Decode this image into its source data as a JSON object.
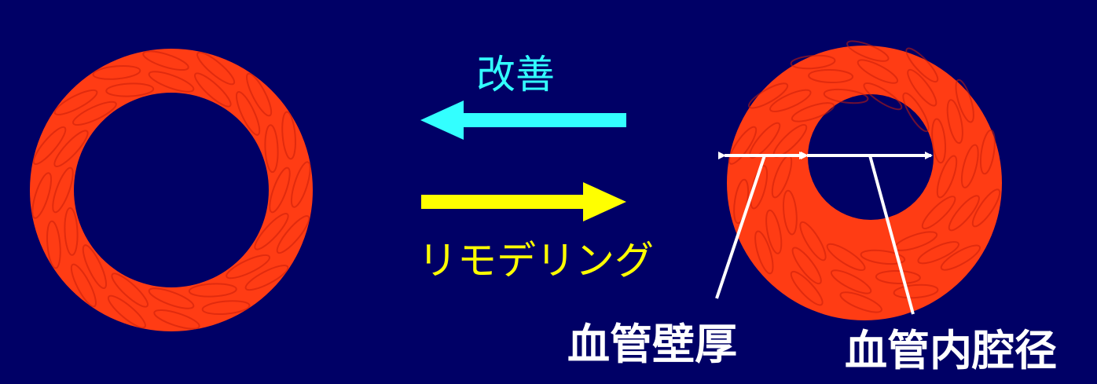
{
  "colors": {
    "background": "#000066",
    "vessel": "#ff3c14",
    "vessel_dark": "#c81e0a",
    "improve": "#33ffff",
    "remodel": "#ffff00",
    "annotation": "#ffffff"
  },
  "labels": {
    "improve": "改善",
    "remodel": "リモデリング",
    "wall_thickness": "血管壁厚",
    "lumen_diameter": "血管内腔径"
  },
  "diagram": {
    "normal_vessel": "normal-vessel",
    "remodeled_vessel": "remodeled-vessel",
    "arrow_improve_direction": "left",
    "arrow_remodel_direction": "right"
  }
}
